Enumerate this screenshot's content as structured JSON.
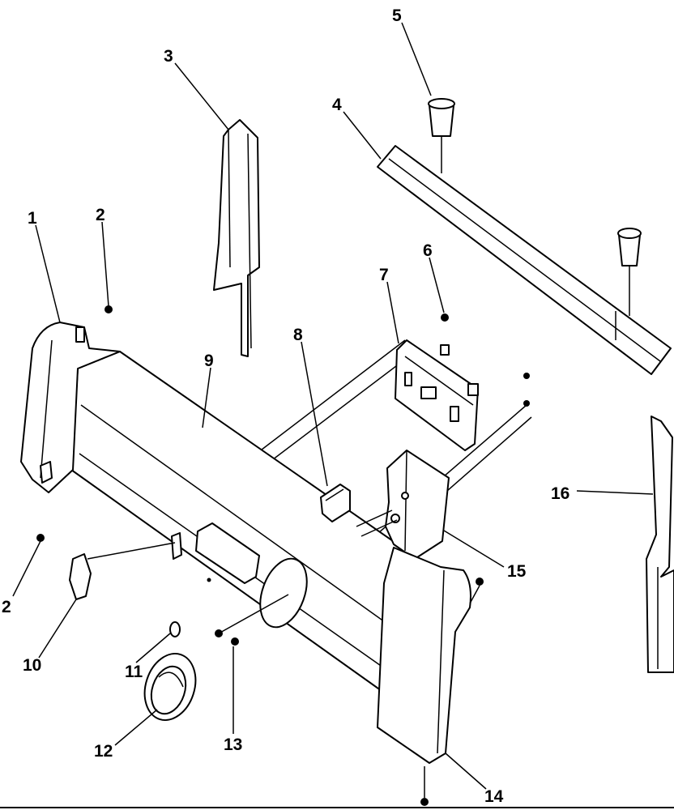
{
  "callouts": [
    {
      "id": "c1",
      "text": "1"
    },
    {
      "id": "c2a",
      "text": "2"
    },
    {
      "id": "c2b",
      "text": "2"
    },
    {
      "id": "c3",
      "text": "3"
    },
    {
      "id": "c4",
      "text": "4"
    },
    {
      "id": "c5",
      "text": "5"
    },
    {
      "id": "c6",
      "text": "6"
    },
    {
      "id": "c7",
      "text": "7"
    },
    {
      "id": "c8",
      "text": "8"
    },
    {
      "id": "c9",
      "text": "9"
    },
    {
      "id": "c10",
      "text": "10"
    },
    {
      "id": "c11",
      "text": "11"
    },
    {
      "id": "c12",
      "text": "12"
    },
    {
      "id": "c13",
      "text": "13"
    },
    {
      "id": "c14",
      "text": "14"
    },
    {
      "id": "c15",
      "text": "15"
    },
    {
      "id": "c16",
      "text": "16"
    }
  ],
  "colors": {
    "line": "#000000",
    "background": "#ffffff"
  }
}
